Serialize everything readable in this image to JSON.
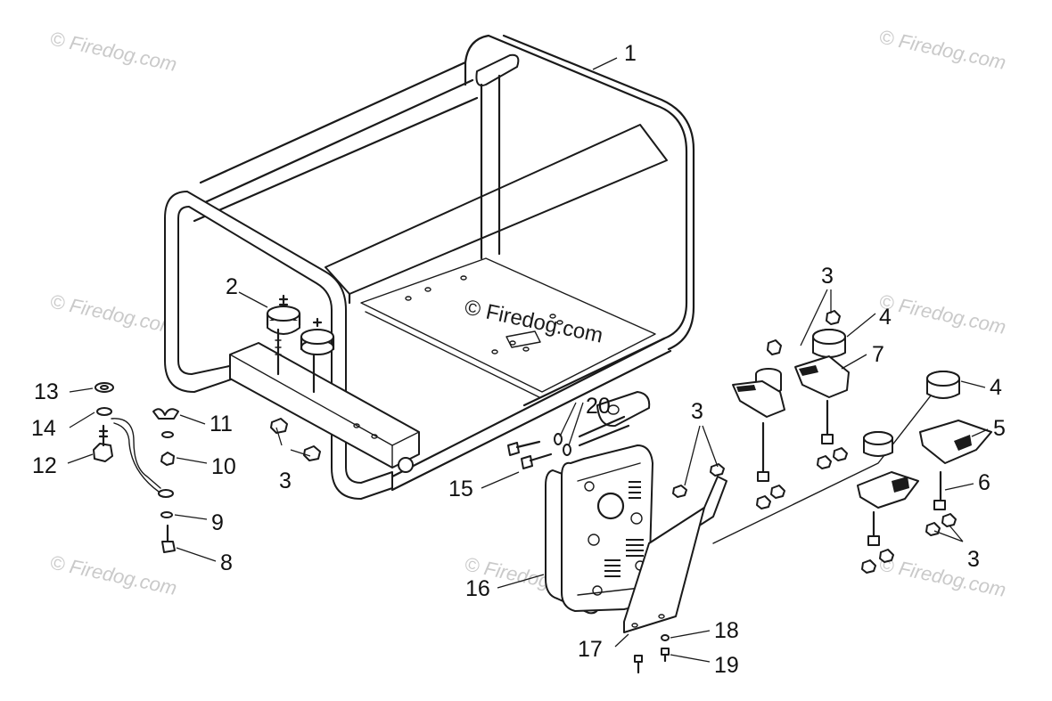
{
  "watermark": "© Firedog.com",
  "center_watermark": "© Firedog.com",
  "parts": [
    {
      "id": "p1",
      "label": "1"
    },
    {
      "id": "p2",
      "label": "2"
    },
    {
      "id": "p3a",
      "label": "3"
    },
    {
      "id": "p3b",
      "label": "3"
    },
    {
      "id": "p3c",
      "label": "3"
    },
    {
      "id": "p3d",
      "label": "3"
    },
    {
      "id": "p4a",
      "label": "4"
    },
    {
      "id": "p4b",
      "label": "4"
    },
    {
      "id": "p5",
      "label": "5"
    },
    {
      "id": "p6",
      "label": "6"
    },
    {
      "id": "p7",
      "label": "7"
    },
    {
      "id": "p8",
      "label": "8"
    },
    {
      "id": "p9",
      "label": "9"
    },
    {
      "id": "p10",
      "label": "10"
    },
    {
      "id": "p11",
      "label": "11"
    },
    {
      "id": "p12",
      "label": "12"
    },
    {
      "id": "p13",
      "label": "13"
    },
    {
      "id": "p14",
      "label": "14"
    },
    {
      "id": "p15",
      "label": "15"
    },
    {
      "id": "p16",
      "label": "16"
    },
    {
      "id": "p17",
      "label": "17"
    },
    {
      "id": "p18",
      "label": "18"
    },
    {
      "id": "p19",
      "label": "19"
    },
    {
      "id": "p20",
      "label": "20"
    }
  ]
}
